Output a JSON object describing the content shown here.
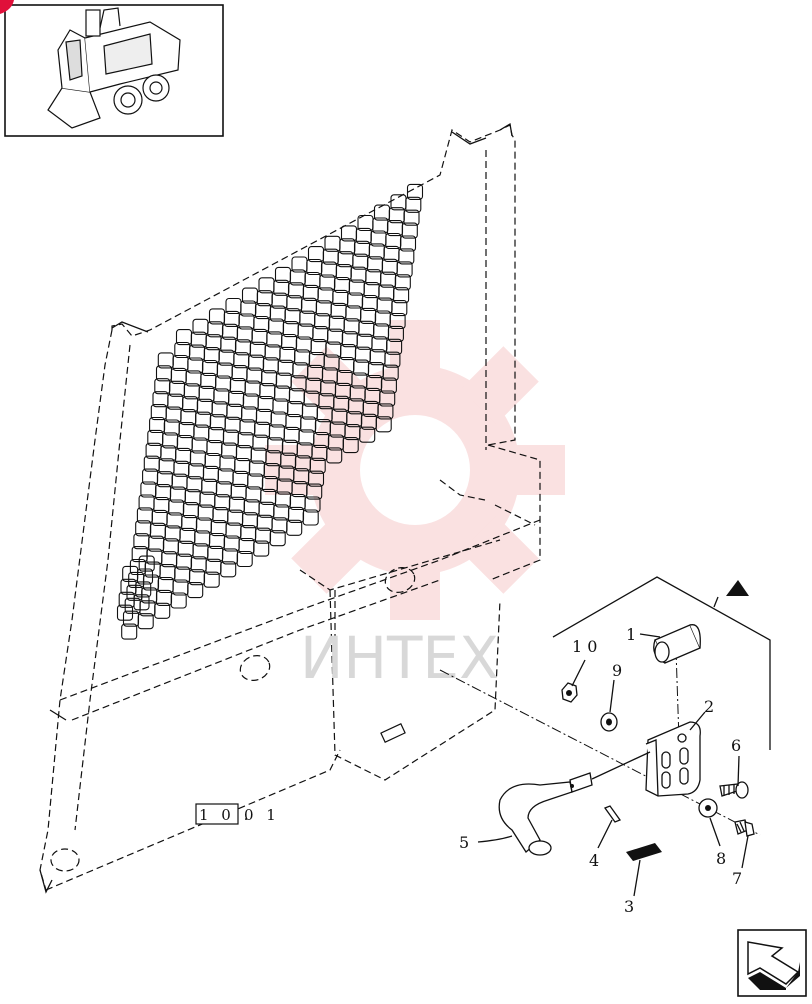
{
  "callouts": [
    {
      "label": "1"
    },
    {
      "label": "2"
    },
    {
      "label": "3"
    },
    {
      "label": "4"
    },
    {
      "label": "5"
    },
    {
      "label": "6"
    },
    {
      "label": "7"
    },
    {
      "label": "8"
    },
    {
      "label": "9"
    },
    {
      "label": "1 0"
    }
  ],
  "reference": {
    "boxed": "1 0 .",
    "tail": "0 1"
  },
  "watermark": {
    "text": "ИНТЕХ",
    "color": "#f6c9c9"
  },
  "icons": {
    "thumbnail": "skid-steer-loader-icon",
    "marker": "triangle-marker-icon",
    "next": "next-page-arrow-icon"
  },
  "colors": {
    "line": "#111111",
    "accent": "#e0103a"
  }
}
